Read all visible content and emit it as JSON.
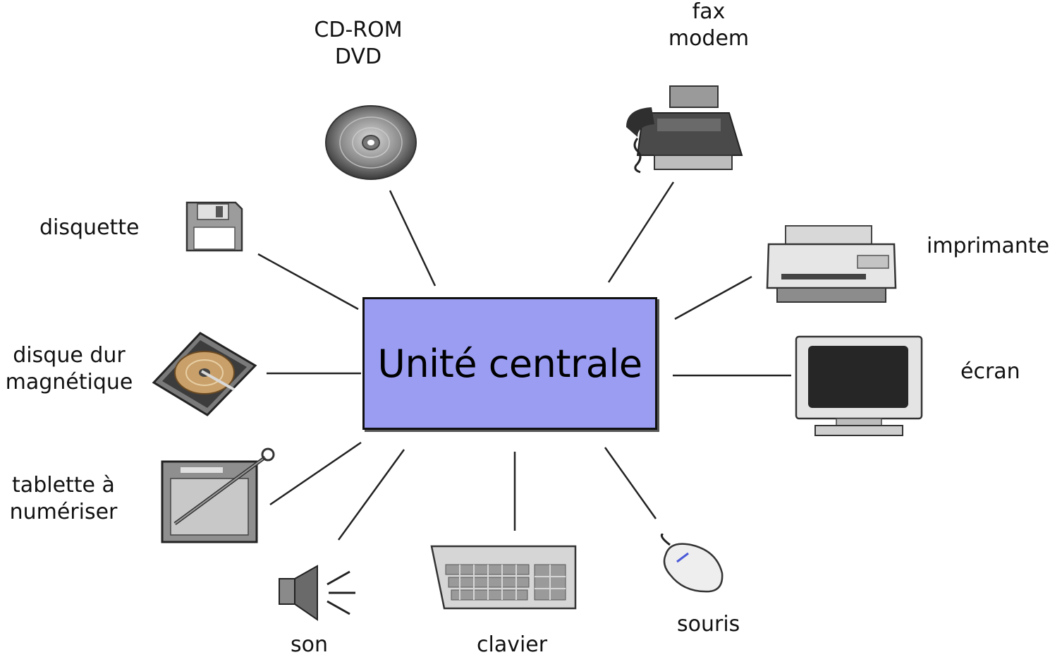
{
  "central_unit": {
    "label": "Unité centrale",
    "fill": "#9a9df2"
  },
  "peripherals": {
    "cdrom": {
      "lines": [
        "CD-ROM",
        "DVD"
      ],
      "icon": "cd-disc-icon"
    },
    "fax": {
      "lines": [
        "fax",
        "modem"
      ],
      "icon": "fax-machine-icon"
    },
    "floppy": {
      "lines": [
        "disquette"
      ],
      "icon": "floppy-disk-icon"
    },
    "printer": {
      "lines": [
        "imprimante"
      ],
      "icon": "printer-icon"
    },
    "hdd": {
      "lines": [
        "disque dur",
        "magnétique"
      ],
      "icon": "hard-drive-icon"
    },
    "screen": {
      "lines": [
        "écran"
      ],
      "icon": "monitor-icon"
    },
    "tablet": {
      "lines": [
        "tablette à",
        "numériser"
      ],
      "icon": "graphics-tablet-icon"
    },
    "sound": {
      "lines": [
        "son"
      ],
      "icon": "speaker-icon"
    },
    "keyboard": {
      "lines": [
        "clavier"
      ],
      "icon": "keyboard-icon"
    },
    "mouse": {
      "lines": [
        "souris"
      ],
      "icon": "mouse-icon"
    }
  }
}
